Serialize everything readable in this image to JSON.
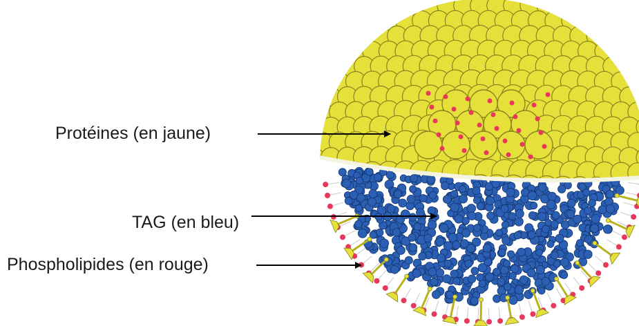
{
  "labels": {
    "proteins": "Protéines (en jaune)",
    "tag": "TAG (en bleu)",
    "phospholipids": "Phospholipides (en rouge)"
  },
  "legend_colors": {
    "proteins": "#e6e03a",
    "tag": "#2b5fb3",
    "phospholipids": "#e8395d",
    "arrow": "#000000"
  },
  "icons": {
    "particle": "lipoprotein-particle-icon",
    "arrow": "arrow-right-icon"
  }
}
